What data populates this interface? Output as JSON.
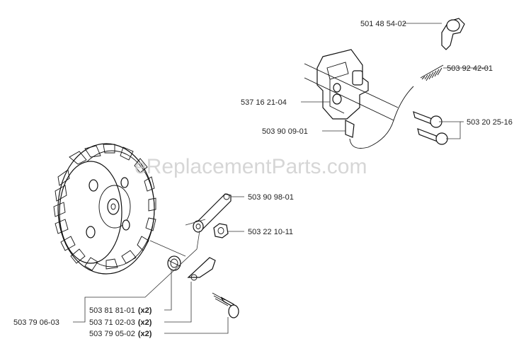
{
  "watermark": "eReplacementParts.com",
  "parts": [
    {
      "number": "501 48 54-02",
      "qty": ""
    },
    {
      "number": "503 92 42-01",
      "qty": ""
    },
    {
      "number": "537 16 21-04",
      "qty": ""
    },
    {
      "number": "503 90 09-01",
      "qty": ""
    },
    {
      "number": "503 20 25-16",
      "qty": ""
    },
    {
      "number": "503 90 98-01",
      "qty": ""
    },
    {
      "number": "503 22 10-11",
      "qty": ""
    },
    {
      "number": "503 79 06-03",
      "qty": ""
    },
    {
      "number": "503 81 81-01",
      "qty": "(x2)"
    },
    {
      "number": "503 71 02-03",
      "qty": "(x2)"
    },
    {
      "number": "503 79 05-02",
      "qty": "(x2)"
    }
  ]
}
